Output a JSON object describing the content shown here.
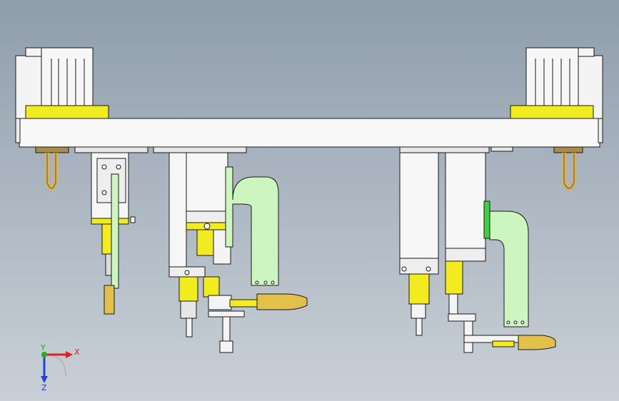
{
  "triad": {
    "x_label": "X",
    "y_label": "Y",
    "z_label": "Z",
    "x_color": "#e02020",
    "y_color": "#20b020",
    "z_color": "#2040e0"
  },
  "palette": {
    "body_white": "#f7f7f7",
    "outline": "#1a1a1a",
    "yellow": "#f2ec1e",
    "green_bracket": "#ccf5c0",
    "green_plate": "#3fd23f",
    "hook_gold": "#d8b25a",
    "finger_gold": "#e3c04a"
  }
}
